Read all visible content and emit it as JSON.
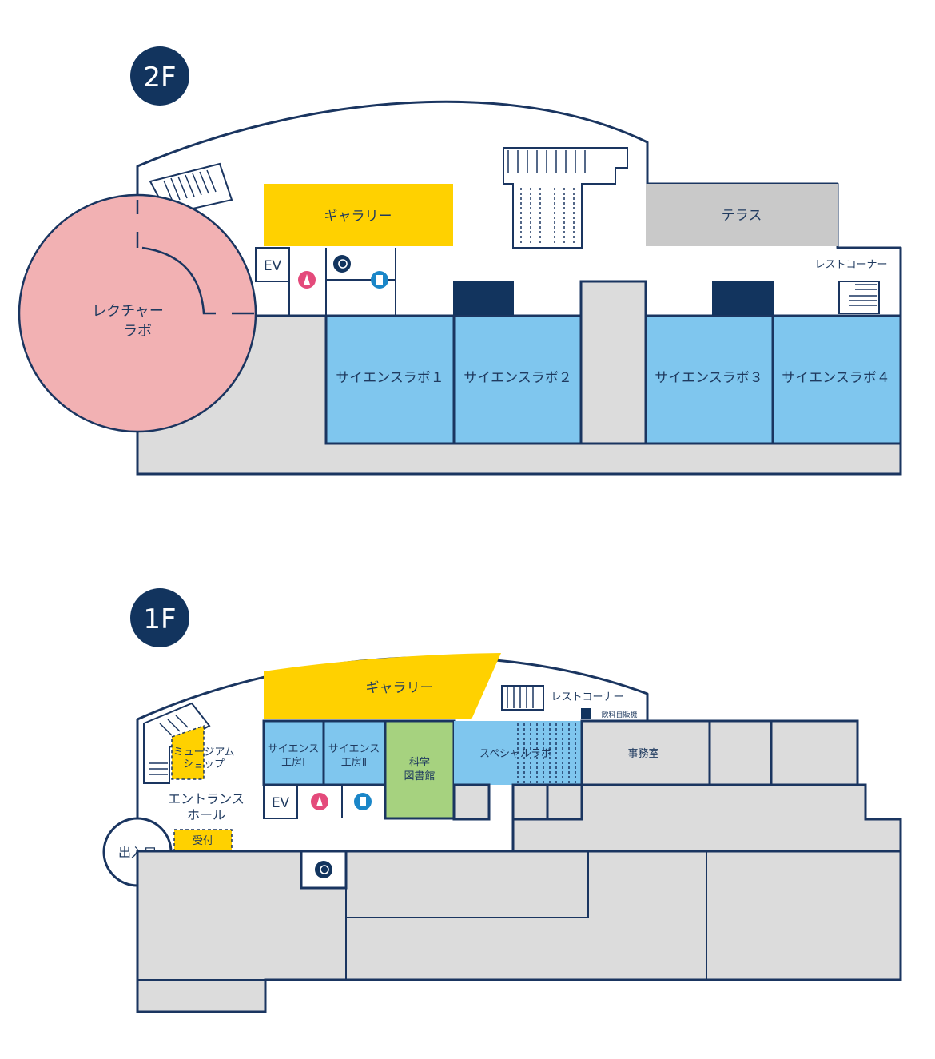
{
  "colors": {
    "navy": "#12345e",
    "gallery_yellow": "#ffd100",
    "lab_blue": "#7fc6ee",
    "lecture_pink": "#f2b1b3",
    "library_green": "#a6d27f",
    "terrace_gray": "#c9c9c9",
    "back_gray": "#dcdcdc"
  },
  "floor2": {
    "badge": "2F",
    "rooms": {
      "lecture": [
        "レクチャー",
        "ラボ"
      ],
      "gallery": "ギャラリー",
      "terrace": "テラス",
      "ev": "EV",
      "rest_corner": "レストコーナー",
      "lab1": "サイエンスラボ１",
      "lab2": "サイエンスラボ２",
      "lab3": "サイエンスラボ３",
      "lab4": "サイエンスラボ４"
    },
    "icons": [
      "women-restroom-icon",
      "accessible-restroom-icon",
      "men-restroom-icon"
    ]
  },
  "floor1": {
    "badge": "1F",
    "rooms": {
      "gallery": "ギャラリー",
      "rest_corner": "レストコーナー",
      "vending": "飲料自販機",
      "museum_shop": [
        "ミュージアム",
        "ショップ"
      ],
      "workshop1": [
        "サイエンス",
        "工房Ⅰ"
      ],
      "workshop2": [
        "サイエンス",
        "工房Ⅱ"
      ],
      "library": [
        "科学",
        "図書館"
      ],
      "special_lab": "スペシャルラボ",
      "office": "事務室",
      "entrance_hall": [
        "エントランス",
        "ホール"
      ],
      "reception": "受付",
      "entrance": "出入口",
      "ev": "EV"
    },
    "icons": [
      "women-restroom-icon",
      "men-restroom-icon",
      "accessible-restroom-icon"
    ]
  }
}
